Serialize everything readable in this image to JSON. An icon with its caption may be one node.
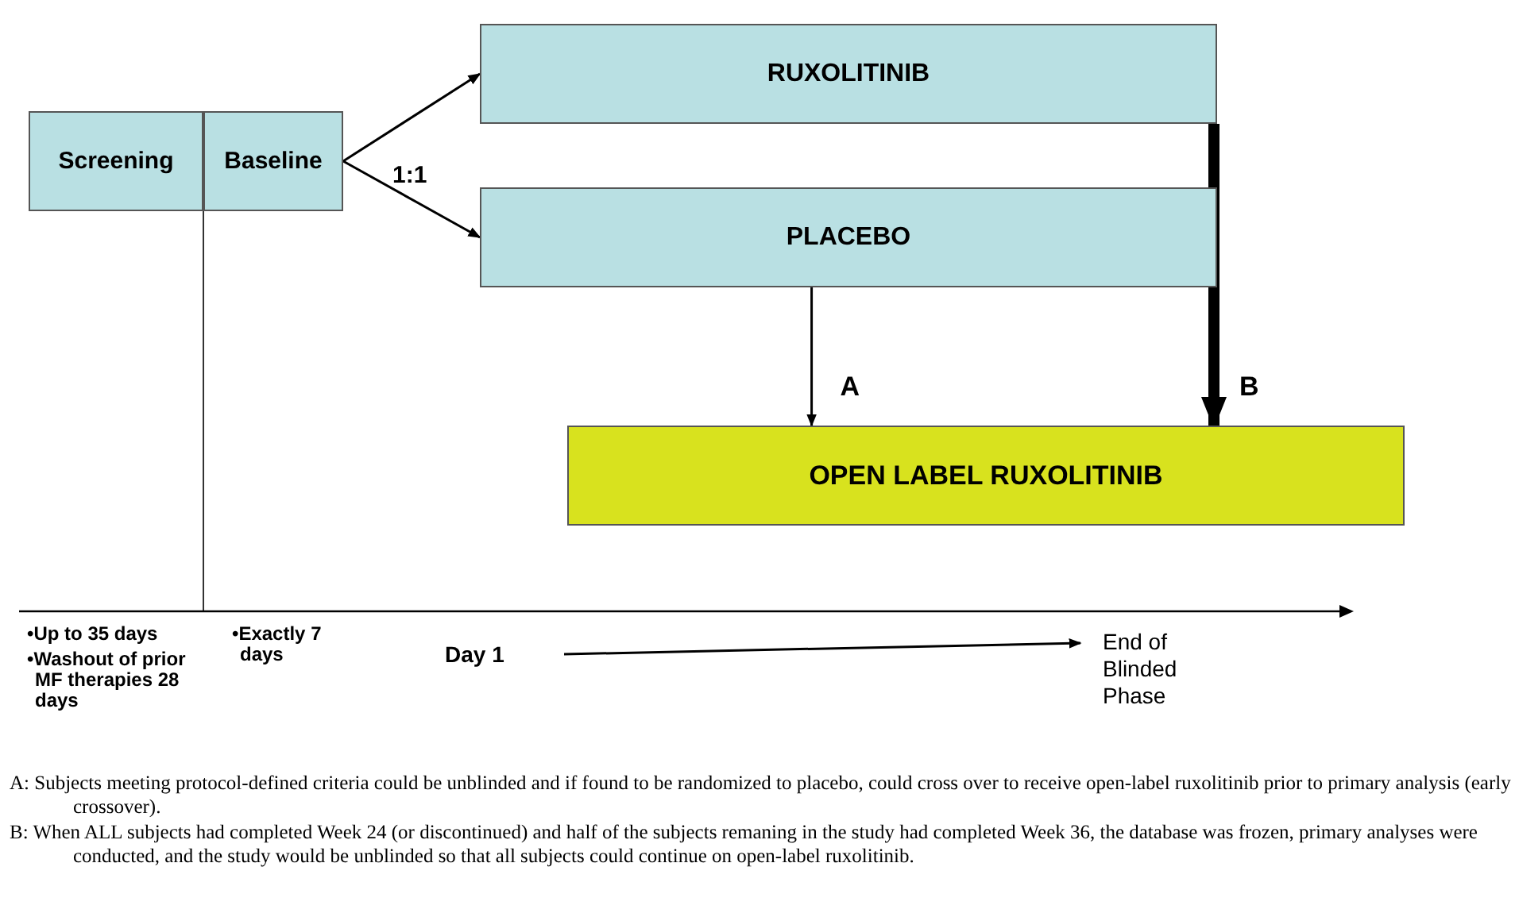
{
  "diagram": {
    "nodes": [
      {
        "text": [
          "Screening"
        ]
      },
      {
        "text": [
          "Baseline"
        ]
      },
      {
        "text": [
          "RUXOLITINIB"
        ]
      },
      {
        "text": [
          "PLACEBO"
        ]
      },
      {
        "text": [
          "OPEN LABEL RUXOLITINIB"
        ]
      },
      {
        "text": [
          "Day 1"
        ]
      },
      {
        "text": [
          "End of Blinded Phase"
        ]
      }
    ],
    "edges": [
      {
        "from": 1,
        "to": 2,
        "arrow": "to"
      },
      {
        "from": 1,
        "to": 3,
        "arrow": "to"
      },
      {
        "from": 3,
        "to": 4,
        "arrow": "to",
        "label": "A"
      },
      {
        "from": 2,
        "to": 4,
        "arrow": "to",
        "label": "B",
        "style": "thick"
      },
      {
        "from": 5,
        "to": 6,
        "arrow": "to"
      }
    ],
    "labels": [
      "1:1",
      "•Up to 35 days",
      "•Washout of prior MF therapies 28 days",
      "•Exactly 7 days",
      "A: Subjects meeting protocol-defined criteria could be unblinded and if found to be randomized to placebo, could cross over to receive open-label ruxolitinib prior to primary analysis (early crossover).",
      "B: When ALL subjects had completed Week 24 (or discontinued) and half of the subjects remaning in the study had completed Week 36, the database was frozen, primary analyses were conducted, and the study would be unblinded so that all subjects could continue on open-label ruxolitinib."
    ]
  }
}
